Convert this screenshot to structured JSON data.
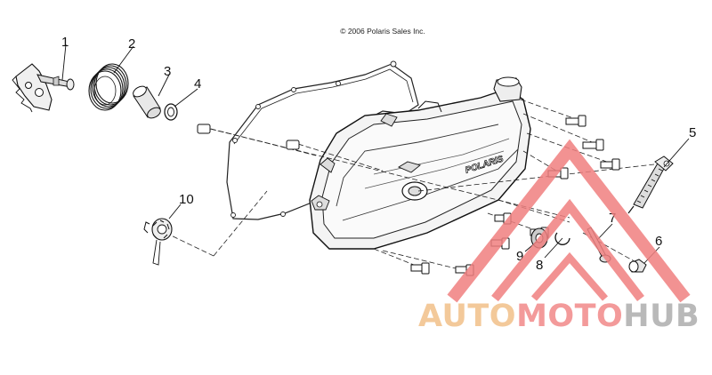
{
  "copyright": "© 2006 Polaris Sales Inc.",
  "cover_logo": "POLARIS",
  "callouts": [
    {
      "num": "1",
      "part": "starter-gear-shaft"
    },
    {
      "num": "2",
      "part": "spring"
    },
    {
      "num": "3",
      "part": "bushing"
    },
    {
      "num": "4",
      "part": "washer"
    },
    {
      "num": "5",
      "part": "kick-start-lever"
    },
    {
      "num": "6",
      "part": "rubber-plug"
    },
    {
      "num": "7",
      "part": "bolt"
    },
    {
      "num": "8",
      "part": "clip"
    },
    {
      "num": "9",
      "part": "seal-washer"
    },
    {
      "num": "10",
      "part": "inspection-cap"
    }
  ],
  "watermark": {
    "part1": "AUTO",
    "part2": "MOTO",
    "part3": "HUB",
    "colors": {
      "auto": "#f3c99a",
      "moto": "#f39a9a",
      "hub": "#b9b9b9",
      "logo": "#f08080"
    }
  }
}
